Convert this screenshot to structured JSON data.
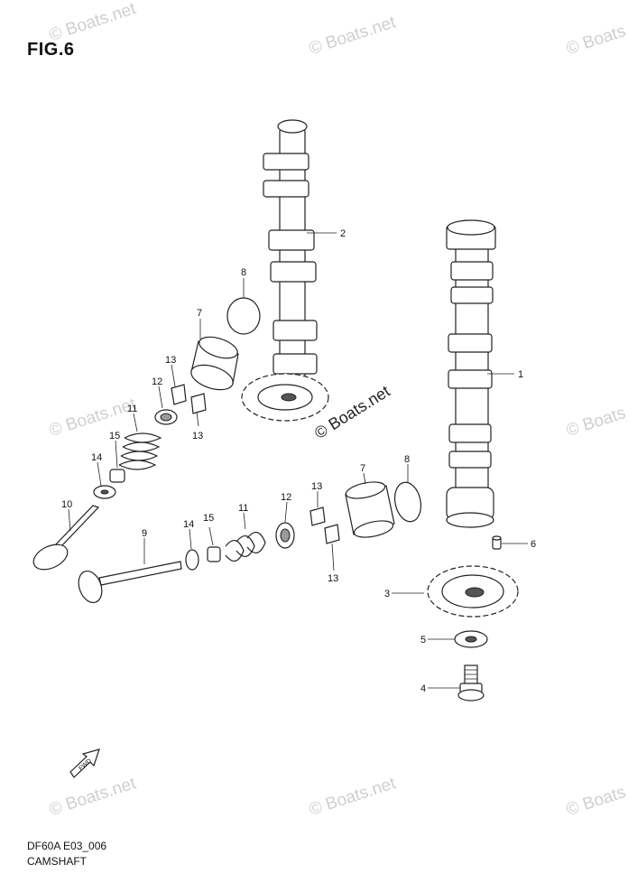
{
  "figure": {
    "title": "FIG.6",
    "diagram_code": "DF60A E03_006",
    "caption": "CAMSHAFT"
  },
  "watermark": {
    "text": "© Boats.net"
  },
  "fwd_arrow": {
    "label": "FWD"
  },
  "callouts": [
    {
      "id": "c1",
      "label": "1"
    },
    {
      "id": "c2",
      "label": "2"
    },
    {
      "id": "c3",
      "label": "3"
    },
    {
      "id": "c4",
      "label": "4"
    },
    {
      "id": "c5",
      "label": "5"
    },
    {
      "id": "c6",
      "label": "6"
    },
    {
      "id": "c7a",
      "label": "7"
    },
    {
      "id": "c7b",
      "label": "7"
    },
    {
      "id": "c8a",
      "label": "8"
    },
    {
      "id": "c8b",
      "label": "8"
    },
    {
      "id": "c9",
      "label": "9"
    },
    {
      "id": "c10",
      "label": "10"
    },
    {
      "id": "c11a",
      "label": "11"
    },
    {
      "id": "c11b",
      "label": "11"
    },
    {
      "id": "c12a",
      "label": "12"
    },
    {
      "id": "c12b",
      "label": "12"
    },
    {
      "id": "c13a",
      "label": "13"
    },
    {
      "id": "c13b",
      "label": "13"
    },
    {
      "id": "c13c",
      "label": "13"
    },
    {
      "id": "c13d",
      "label": "13"
    },
    {
      "id": "c14a",
      "label": "14"
    },
    {
      "id": "c14b",
      "label": "14"
    },
    {
      "id": "c15a",
      "label": "15"
    },
    {
      "id": "c15b",
      "label": "15"
    }
  ]
}
